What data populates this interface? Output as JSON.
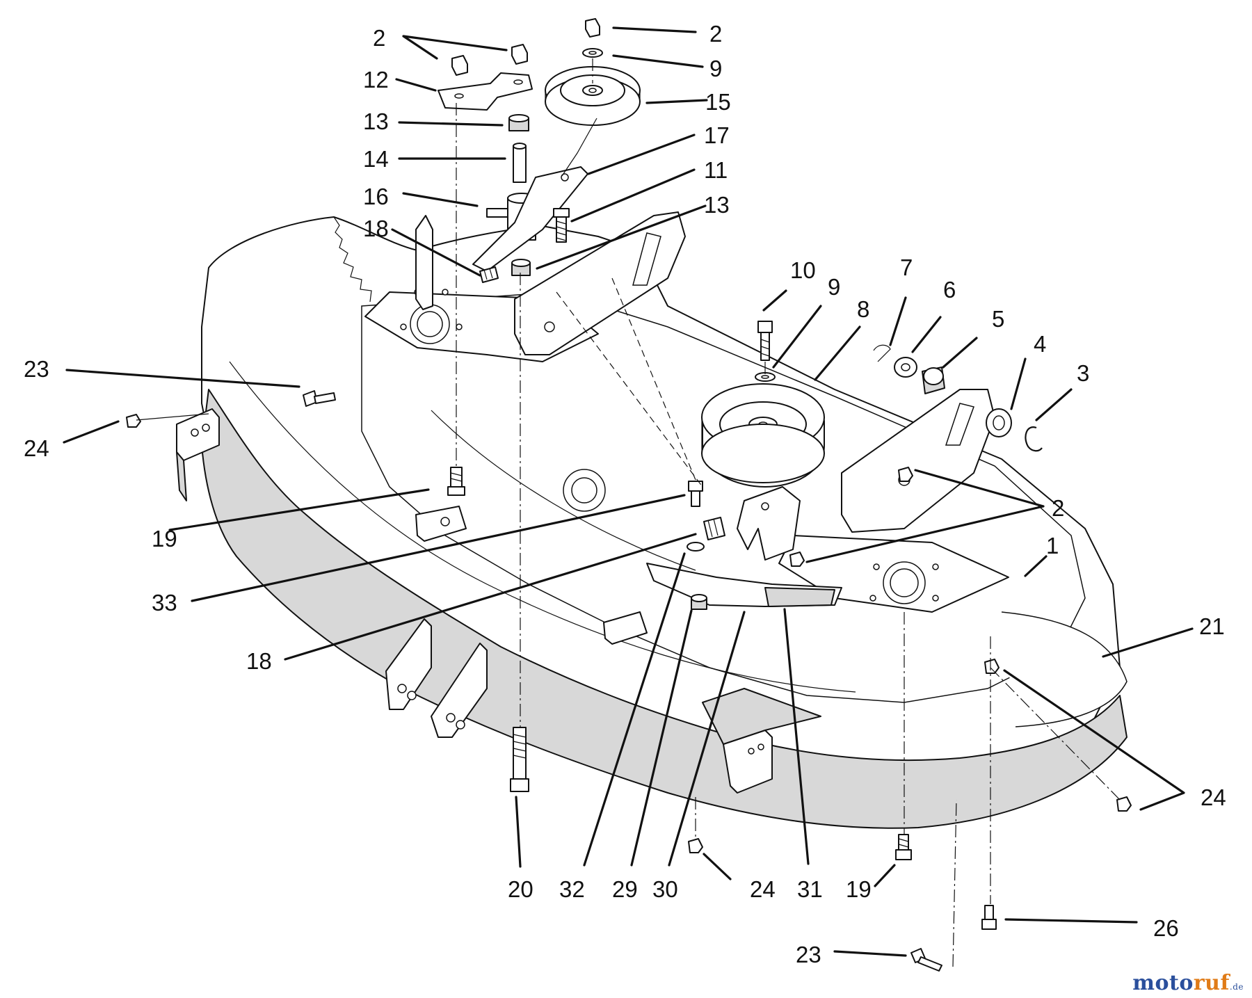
{
  "diagram": {
    "callouts": [
      {
        "id": "c2-a",
        "label": "2"
      },
      {
        "id": "c2-b",
        "label": "2"
      },
      {
        "id": "c9-a",
        "label": "9"
      },
      {
        "id": "c12",
        "label": "12"
      },
      {
        "id": "c15",
        "label": "15"
      },
      {
        "id": "c13-a",
        "label": "13"
      },
      {
        "id": "c17",
        "label": "17"
      },
      {
        "id": "c14",
        "label": "14"
      },
      {
        "id": "c11",
        "label": "11"
      },
      {
        "id": "c16",
        "label": "16"
      },
      {
        "id": "c13-b",
        "label": "13"
      },
      {
        "id": "c18-a",
        "label": "18"
      },
      {
        "id": "c10",
        "label": "10"
      },
      {
        "id": "c9-b",
        "label": "9"
      },
      {
        "id": "c8",
        "label": "8"
      },
      {
        "id": "c7",
        "label": "7"
      },
      {
        "id": "c6",
        "label": "6"
      },
      {
        "id": "c5",
        "label": "5"
      },
      {
        "id": "c4",
        "label": "4"
      },
      {
        "id": "c3",
        "label": "3"
      },
      {
        "id": "c23-a",
        "label": "23"
      },
      {
        "id": "c24-a",
        "label": "24"
      },
      {
        "id": "c2-c",
        "label": "2"
      },
      {
        "id": "c1",
        "label": "1"
      },
      {
        "id": "c19-a",
        "label": "19"
      },
      {
        "id": "c33",
        "label": "33"
      },
      {
        "id": "c21",
        "label": "21"
      },
      {
        "id": "c18-b",
        "label": "18"
      },
      {
        "id": "c24-b",
        "label": "24"
      },
      {
        "id": "c20",
        "label": "20"
      },
      {
        "id": "c32",
        "label": "32"
      },
      {
        "id": "c29",
        "label": "29"
      },
      {
        "id": "c30",
        "label": "30"
      },
      {
        "id": "c24-c",
        "label": "24"
      },
      {
        "id": "c31",
        "label": "31"
      },
      {
        "id": "c19-b",
        "label": "19"
      },
      {
        "id": "c26",
        "label": "26"
      },
      {
        "id": "c23-b",
        "label": "23"
      }
    ]
  },
  "watermark": {
    "text_part1": "moto",
    "text_part2": "ruf",
    "suffix": ".de"
  }
}
